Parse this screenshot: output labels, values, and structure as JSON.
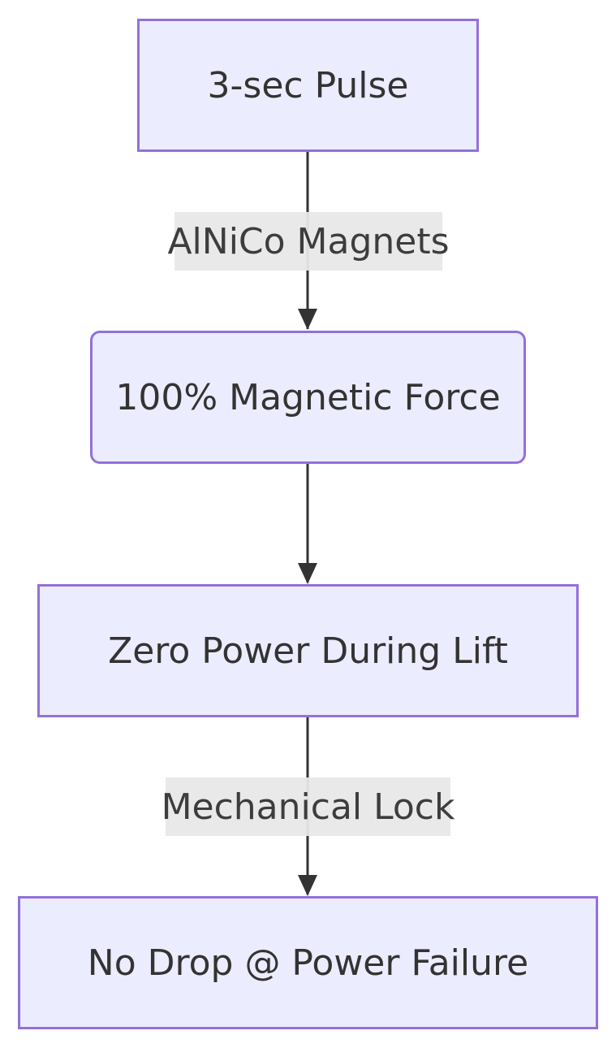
{
  "nodes": [
    {
      "id": "A",
      "label": "3-sec Pulse"
    },
    {
      "id": "B",
      "label": "100% Magnetic Force"
    },
    {
      "id": "C",
      "label": "Zero Power During Lift"
    },
    {
      "id": "D",
      "label": "No Drop @ Power Failure"
    }
  ],
  "edges": [
    {
      "from": "A",
      "to": "B",
      "label": "AlNiCo Magnets"
    },
    {
      "from": "B",
      "to": "C",
      "label": ""
    },
    {
      "from": "C",
      "to": "D",
      "label": "Mechanical Lock"
    }
  ],
  "colors": {
    "node_fill": "#ececff",
    "node_stroke": "#9370db",
    "edge_stroke": "#333333",
    "label_bg": "#e8e8e8",
    "text": "#333333"
  }
}
